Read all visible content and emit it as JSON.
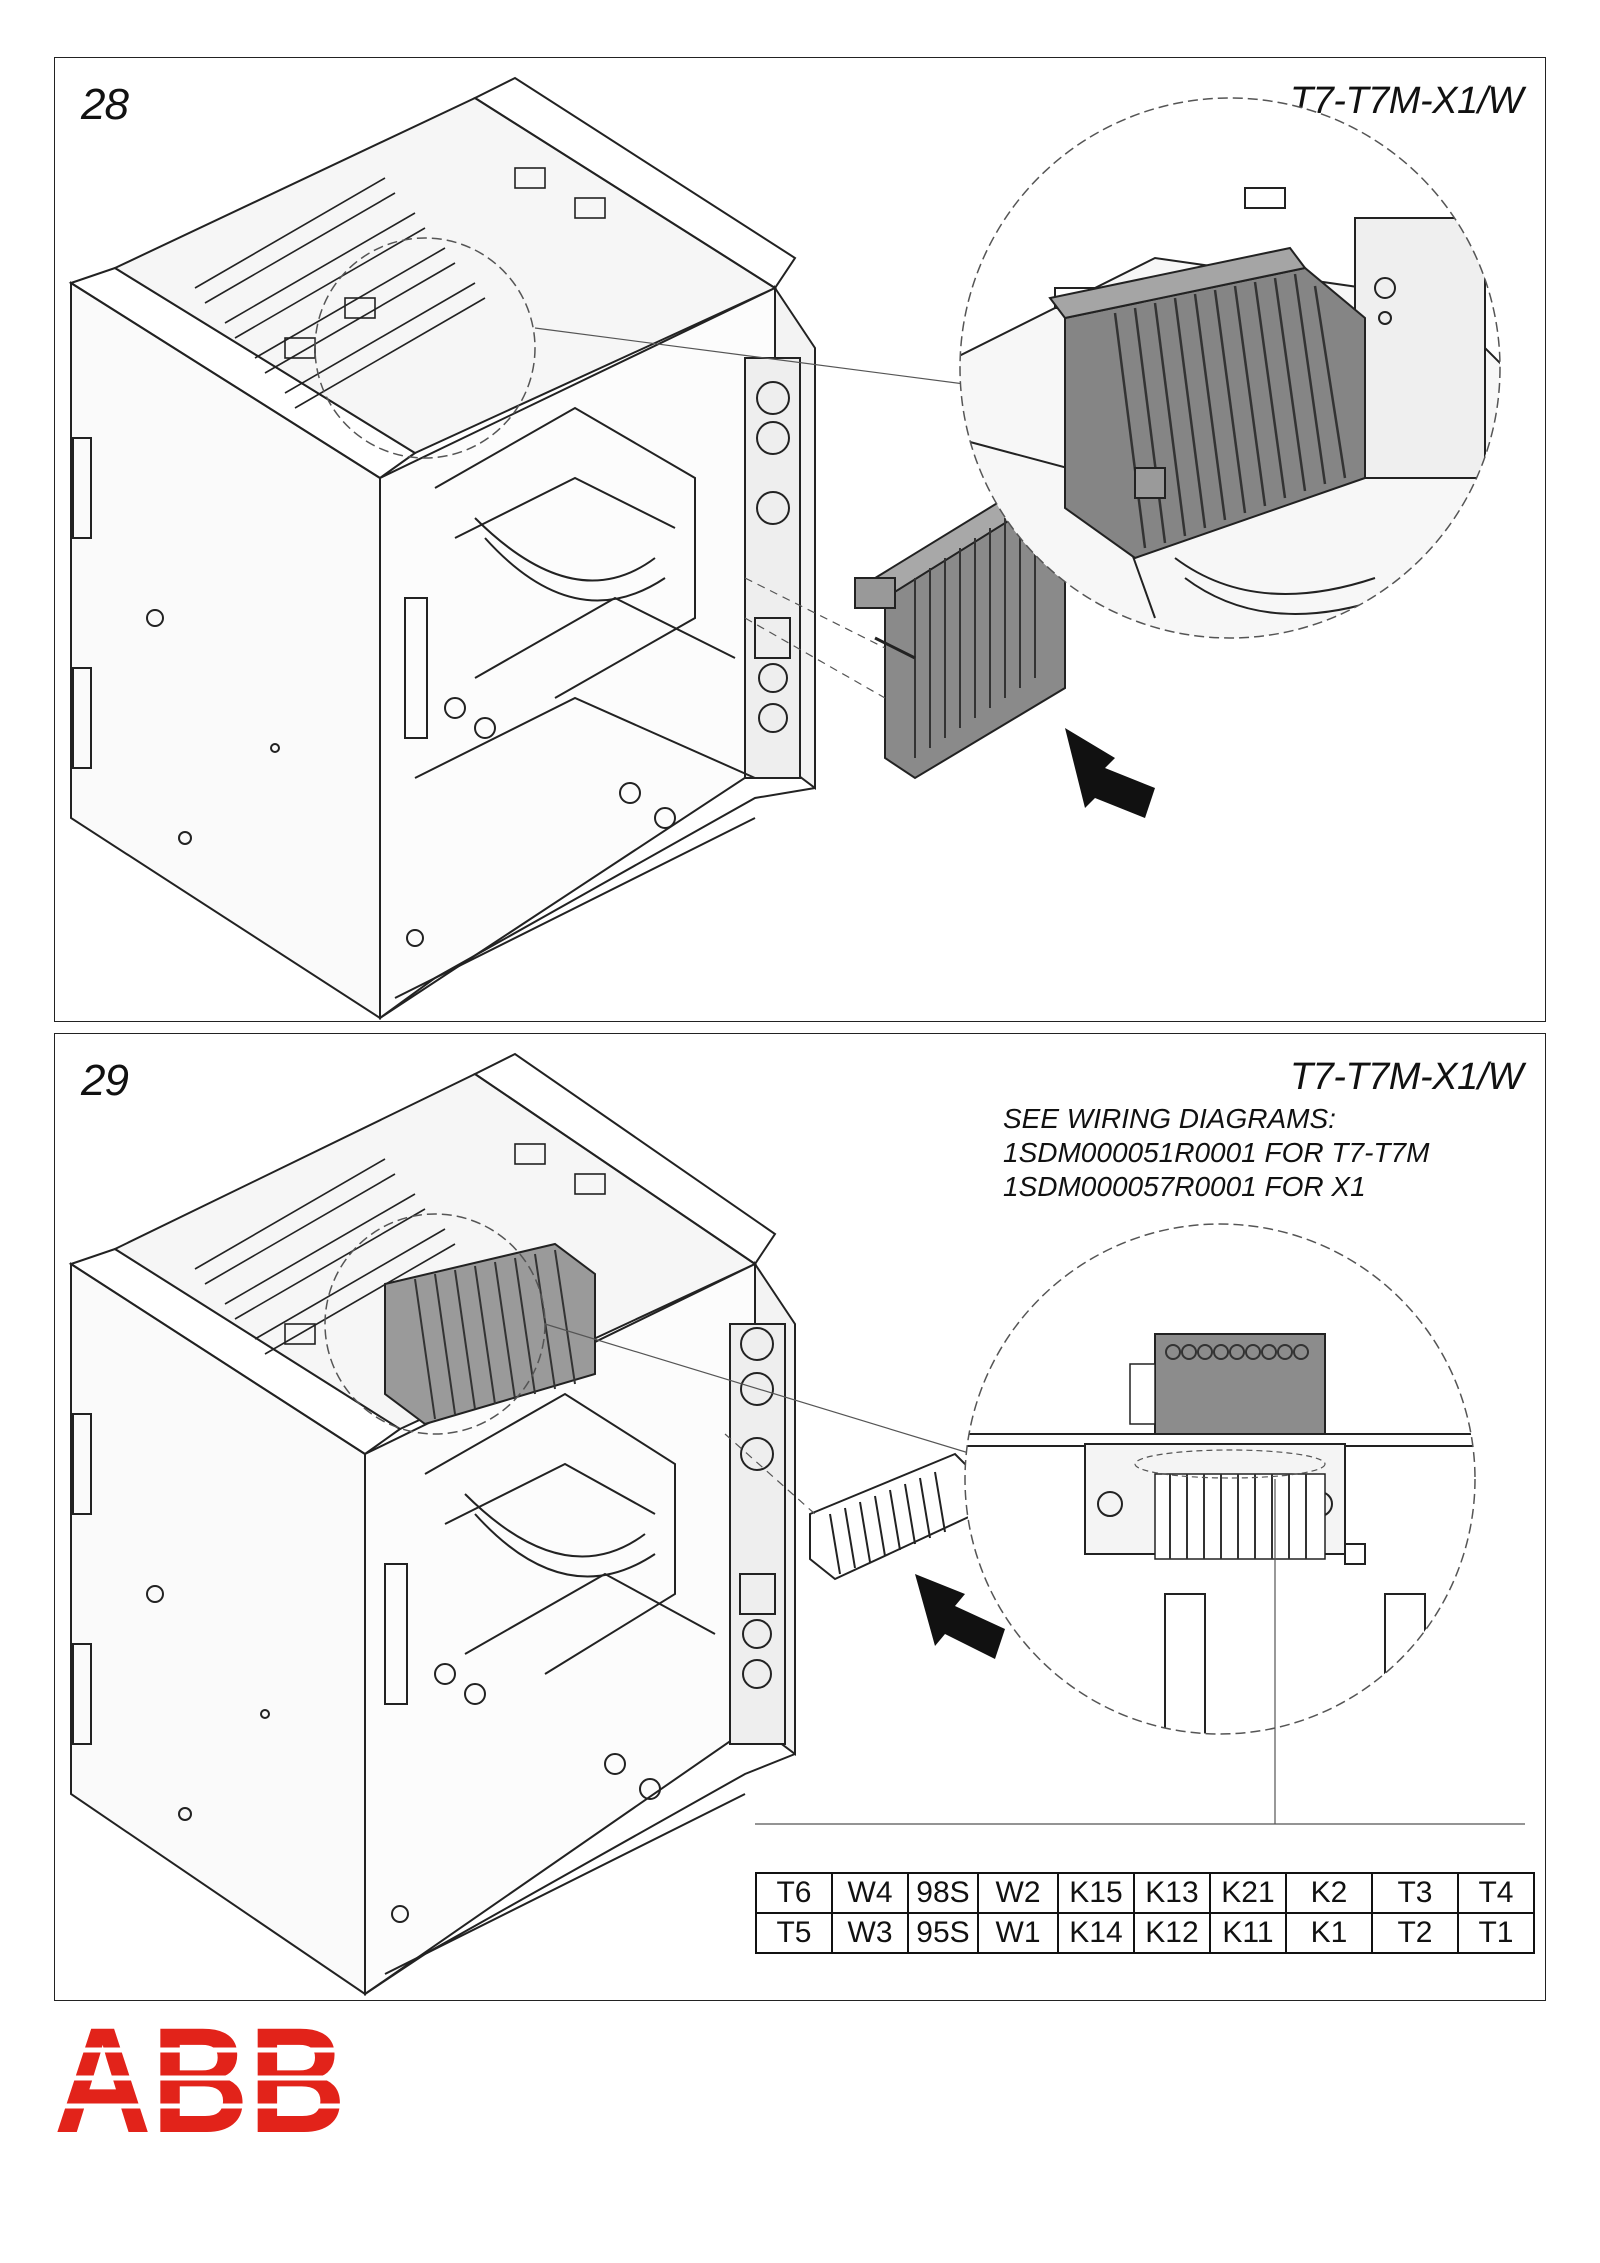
{
  "steps": [
    {
      "number": "28",
      "model": "T7-T7M-X1/W"
    },
    {
      "number": "29",
      "model": "T7-T7M-X1/W",
      "notes": [
        "SEE WIRING DIAGRAMS:",
        "1SDM000051R0001 FOR T7-T7M",
        "1SDM000057R0001 FOR X1"
      ],
      "terminal_table": {
        "top_row": [
          "T6",
          "W4",
          "98S",
          "W2",
          "K15",
          "K13",
          "K21",
          "K2",
          "T3",
          "T4"
        ],
        "bottom_row": [
          "T5",
          "W3",
          "95S",
          "W1",
          "K14",
          "K12",
          "K11",
          "K1",
          "T2",
          "T1"
        ]
      }
    }
  ],
  "logo": {
    "text": "ABB",
    "color": "#e2231a"
  },
  "colors": {
    "line": "#222222",
    "connector": "#7a7a7a",
    "brand": "#e2231a"
  }
}
